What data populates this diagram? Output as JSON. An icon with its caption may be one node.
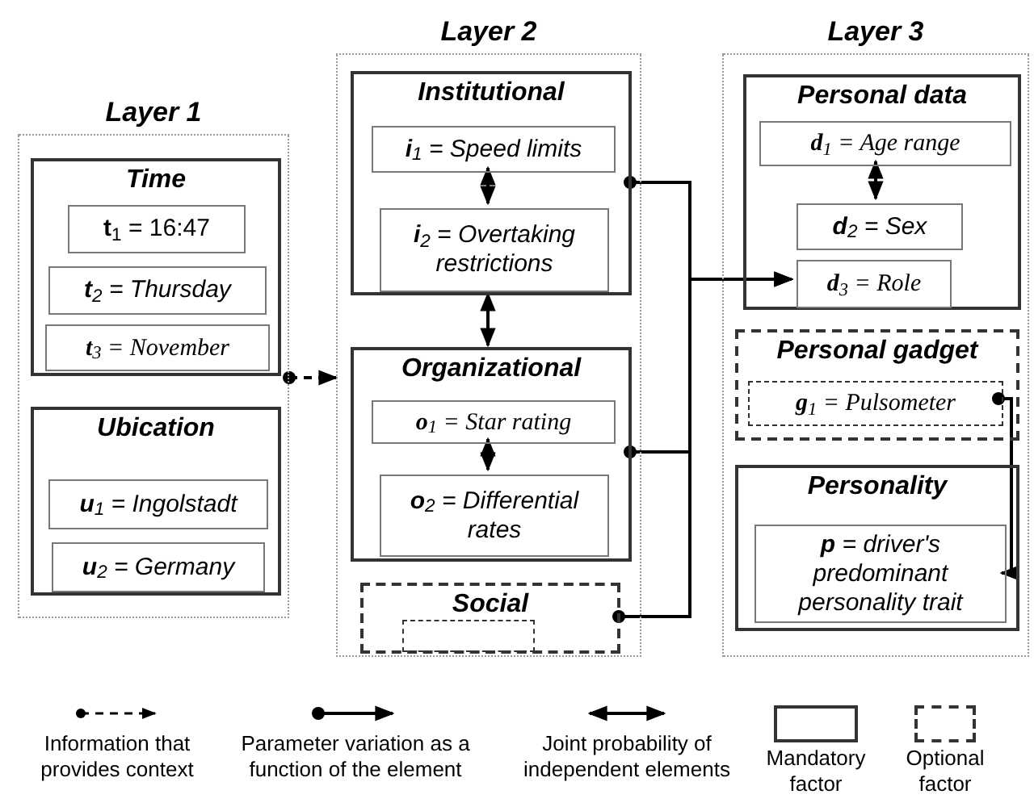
{
  "diagram": {
    "nodes": [
      {
        "text": [
          "Layer 1"
        ]
      },
      {
        "text": [
          "Time"
        ],
        "in": 0
      },
      {
        "text": [
          "**t**$_{1}$ = 16:47"
        ],
        "in": 1
      },
      {
        "text": [
          "**t**$_{2}$ = Thursday"
        ],
        "in": 1
      },
      {
        "text": [
          "**t**$_{3}$ = November"
        ],
        "in": 1
      },
      {
        "text": [
          "Ubication"
        ],
        "in": 0
      },
      {
        "text": [
          "**u**$_{1}$ = Ingolstadt"
        ],
        "in": 5
      },
      {
        "text": [
          "**u**$_{2}$ = Germany"
        ],
        "in": 5
      },
      {
        "text": [
          "Layer 2"
        ]
      },
      {
        "text": [
          "Institutional"
        ],
        "in": 8
      },
      {
        "text": [
          "**i**$_{1}$ = Speed limits"
        ],
        "in": 9
      },
      {
        "text": [
          "**i**$_{2}$ = Overtaking restrictions"
        ],
        "in": 9
      },
      {
        "text": [
          "Organizational"
        ],
        "in": 8
      },
      {
        "text": [
          "**o**$_{1}$ = Star rating"
        ],
        "in": 12
      },
      {
        "text": [
          "**o**$_{2}$ = Differential rates"
        ],
        "in": 12
      },
      {
        "text": [
          "Social"
        ],
        "in": 8
      },
      {
        "text": [],
        "shape": "box",
        "in": 15
      },
      {
        "text": [
          "Layer 3"
        ]
      },
      {
        "text": [
          "Personal data"
        ],
        "in": 17
      },
      {
        "text": [
          "**d**$_{1}$ = Age range"
        ],
        "in": 18
      },
      {
        "text": [
          "**d**$_{2}$ = Sex"
        ],
        "in": 18
      },
      {
        "text": [
          "**d**$_{3}$ = Role"
        ],
        "in": 18
      },
      {
        "text": [
          "Personal gadget"
        ],
        "in": 17
      },
      {
        "text": [
          "**g**$_{1}$ = Pulsometer"
        ],
        "in": 22
      },
      {
        "text": [
          "Personality"
        ],
        "in": 17
      },
      {
        "text": [
          "**p** = driver's predominant personality trait"
        ],
        "in": 24
      }
    ],
    "edges": [
      {
        "from": 0,
        "to": 8,
        "arrow": "to",
        "style": "dashed"
      },
      {
        "from": 10,
        "to": 11,
        "arrow": "both"
      },
      {
        "from": 9,
        "to": 12,
        "arrow": "both"
      },
      {
        "from": 13,
        "to": 14,
        "arrow": "both"
      },
      {
        "from": 19,
        "to": 20,
        "arrow": "both"
      },
      {
        "from": 9,
        "to": 21,
        "arrow": "to"
      },
      {
        "from": 12,
        "to": 21,
        "arrow": "to"
      },
      {
        "from": 15,
        "to": 21,
        "arrow": "to"
      },
      {
        "from": 23,
        "to": 25,
        "arrow": "to"
      }
    ],
    "legend": [
      {
        "text": "Information that provides context"
      },
      {
        "text": "Parameter variation as a function of the element"
      },
      {
        "text": "Joint probability of independent elements"
      },
      {
        "text": "Mandatory factor"
      },
      {
        "text": "Optional factor"
      }
    ]
  }
}
